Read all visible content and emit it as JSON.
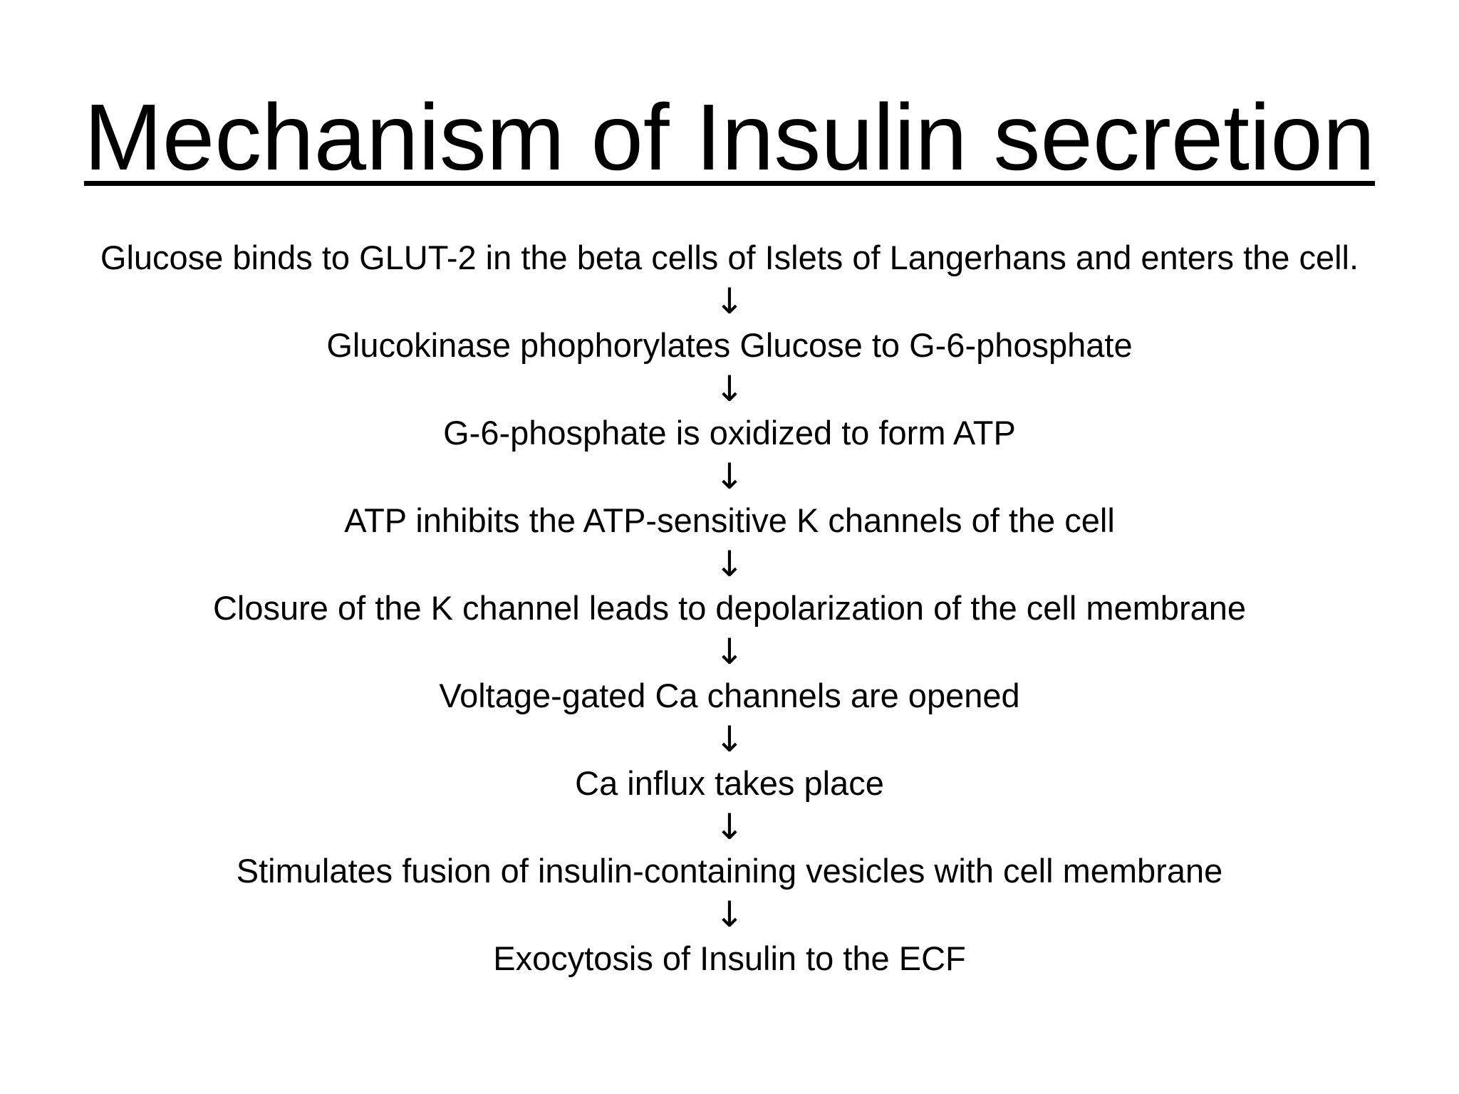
{
  "title": "Mechanism of Insulin secretion",
  "arrow_glyph": "↓",
  "steps": [
    "Glucose binds to GLUT-2 in the beta cells of Islets of Langerhans and enters the cell.",
    "Glucokinase phophorylates Glucose to G-6-phosphate",
    "G-6-phosphate is oxidized to form ATP",
    "ATP inhibits the ATP-sensitive K channels of the cell",
    "Closure of the K channel leads to depolarization of the cell membrane",
    "Voltage-gated Ca channels are opened",
    "Ca influx takes place",
    "Stimulates fusion of insulin-containing vesicles with cell membrane",
    "Exocytosis of Insulin to the ECF"
  ]
}
